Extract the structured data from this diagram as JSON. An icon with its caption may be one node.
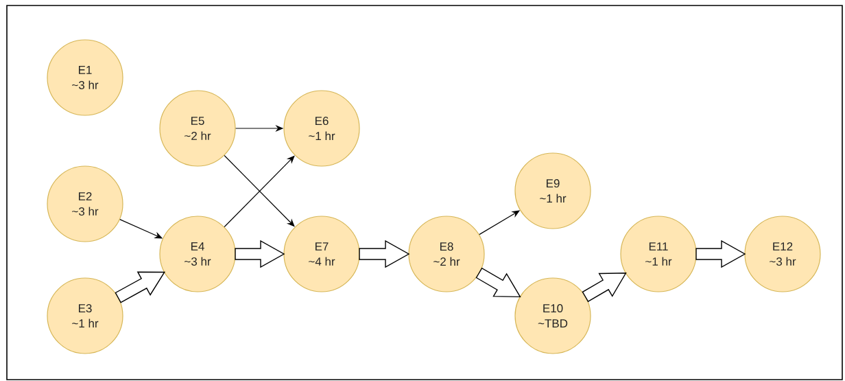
{
  "diagram": {
    "nodes": [
      {
        "text": [
          "E1",
          "~3 hr"
        ]
      },
      {
        "text": [
          "E2",
          "~3 hr"
        ]
      },
      {
        "text": [
          "E3",
          "~1 hr"
        ]
      },
      {
        "text": [
          "E4",
          "~3 hr"
        ]
      },
      {
        "text": [
          "E5",
          "~2 hr"
        ]
      },
      {
        "text": [
          "E6",
          "~1 hr"
        ]
      },
      {
        "text": [
          "E7",
          "~4 hr"
        ]
      },
      {
        "text": [
          "E8",
          "~2 hr"
        ]
      },
      {
        "text": [
          "E9",
          "~1 hr"
        ]
      },
      {
        "text": [
          "E10",
          "~TBD"
        ]
      },
      {
        "text": [
          "E11",
          "~1 hr"
        ]
      },
      {
        "text": [
          "E12",
          "~3 hr"
        ]
      }
    ],
    "edges": [
      {
        "from": 1,
        "to": 3,
        "arrow": "to"
      },
      {
        "from": 2,
        "to": 3,
        "arrow": "to",
        "style": "thick"
      },
      {
        "from": 4,
        "to": 5,
        "arrow": "to"
      },
      {
        "from": 4,
        "to": 6,
        "arrow": "to"
      },
      {
        "from": 3,
        "to": 5,
        "arrow": "to"
      },
      {
        "from": 3,
        "to": 6,
        "arrow": "to",
        "style": "thick"
      },
      {
        "from": 6,
        "to": 7,
        "arrow": "to",
        "style": "thick"
      },
      {
        "from": 7,
        "to": 8,
        "arrow": "to"
      },
      {
        "from": 7,
        "to": 9,
        "arrow": "to",
        "style": "thick"
      },
      {
        "from": 9,
        "to": 10,
        "arrow": "to",
        "style": "thick"
      },
      {
        "from": 10,
        "to": 11,
        "arrow": "to",
        "style": "thick"
      }
    ]
  }
}
